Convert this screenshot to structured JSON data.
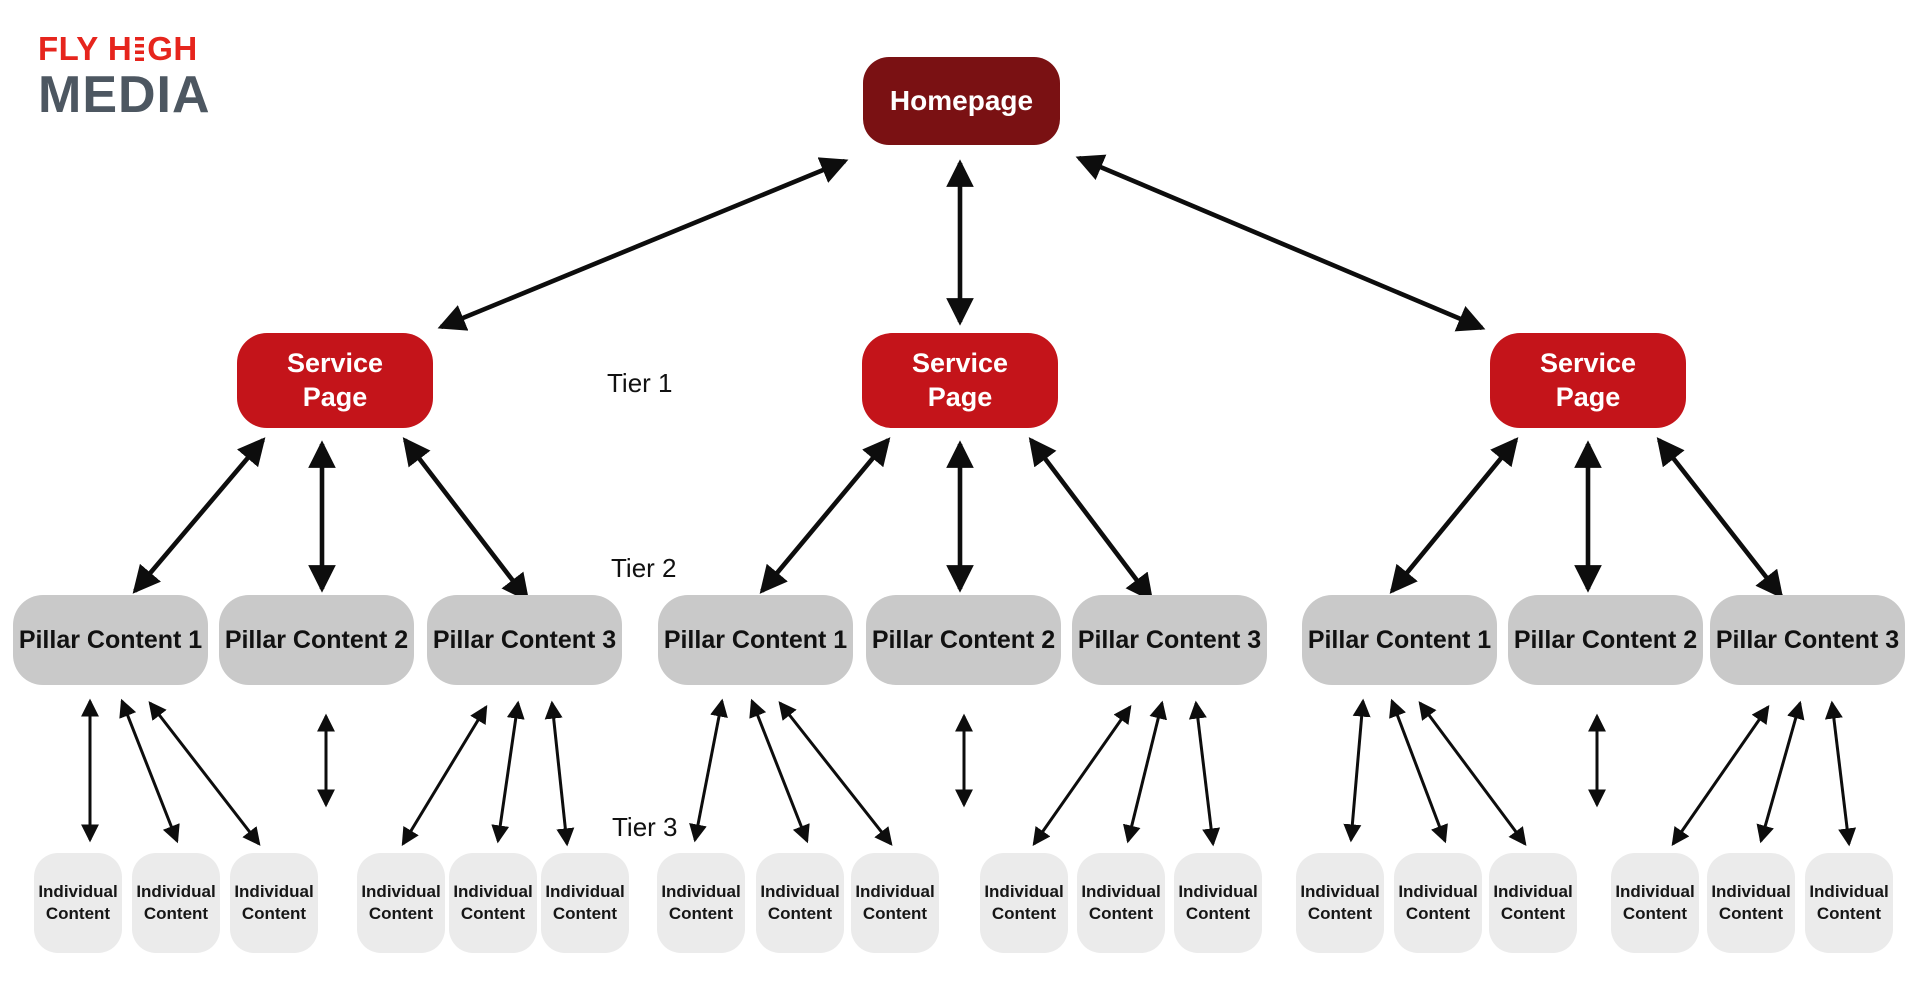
{
  "brand_name": "FLY HIGH MEDIA",
  "logo": {
    "top_left": "FLY H",
    "top_right": "GH",
    "bottom": "MEDIA",
    "red": "#e6251d",
    "gray": "#4d5761"
  },
  "tier_labels": [
    {
      "label": "Tier 1"
    },
    {
      "label": "Tier 2"
    },
    {
      "label": "Tier 3"
    }
  ],
  "homepage": {
    "label": "Homepage",
    "color": "#7a1113"
  },
  "services": [
    {
      "label": "Service Page"
    },
    {
      "label": "Service Page"
    },
    {
      "label": "Service Page"
    }
  ],
  "pillars": [
    {
      "label": "Pillar Content 1"
    },
    {
      "label": "Pillar Content 2"
    },
    {
      "label": "Pillar Content 3"
    },
    {
      "label": "Pillar Content 1"
    },
    {
      "label": "Pillar Content 2"
    },
    {
      "label": "Pillar Content 3"
    },
    {
      "label": "Pillar Content 1"
    },
    {
      "label": "Pillar Content 2"
    },
    {
      "label": "Pillar Content 3"
    }
  ],
  "individuals": [
    {
      "label": "Individual Content"
    },
    {
      "label": "Individual Content"
    },
    {
      "label": "Individual Content"
    },
    {
      "label": "Individual Content"
    },
    {
      "label": "Individual Content"
    },
    {
      "label": "Individual Content"
    },
    {
      "label": "Individual Content"
    },
    {
      "label": "Individual Content"
    },
    {
      "label": "Individual Content"
    },
    {
      "label": "Individual Content"
    },
    {
      "label": "Individual Content"
    },
    {
      "label": "Individual Content"
    },
    {
      "label": "Individual Content"
    },
    {
      "label": "Individual Content"
    },
    {
      "label": "Individual Content"
    },
    {
      "label": "Individual Content"
    },
    {
      "label": "Individual Content"
    },
    {
      "label": "Individual Content"
    }
  ],
  "colors": {
    "homepage": "#7a1113",
    "service": "#c4141a",
    "pillar": "#c9c9c9",
    "individual": "#ebebeb",
    "arrow": "#0d0d0d",
    "background": "#ffffff"
  },
  "edges": {
    "tier1": [
      "homepage↔service-1",
      "homepage↔service-2",
      "homepage↔service-3"
    ],
    "tier2": [
      "service-1↔pillar-1/2/3",
      "service-2↔pillar-4/5/6",
      "service-3↔pillar-7/8/9"
    ],
    "tier3": [
      "pillar-1↔individuals-1..3",
      "pillar-3↔individuals-4..6",
      "pillar-4↔individuals-7..9",
      "pillar-6↔individuals-10..12",
      "pillar-7↔individuals-13..15",
      "pillar-9↔individuals-16..18"
    ],
    "stub_arrows": [
      "pillar-2",
      "pillar-5",
      "pillar-8"
    ],
    "style": "double-headed"
  }
}
